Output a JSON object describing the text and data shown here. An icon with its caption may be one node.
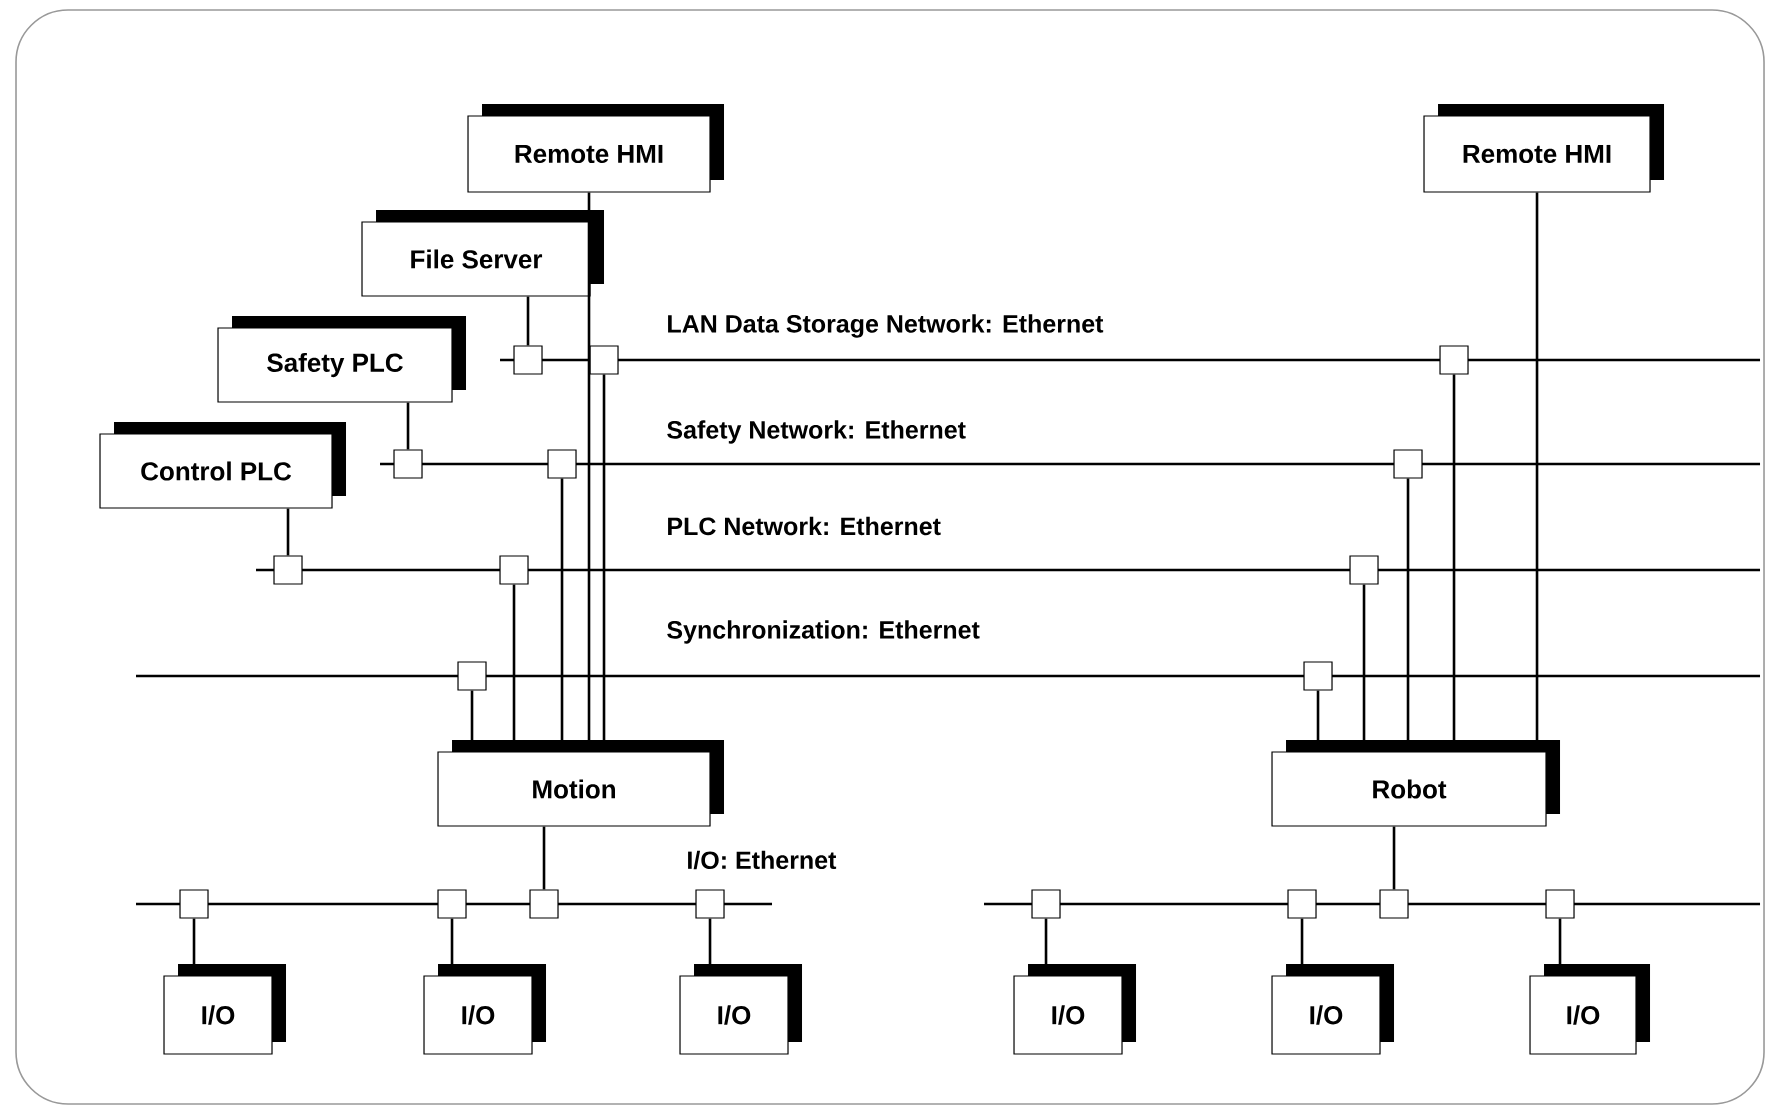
{
  "diagram": {
    "nodes": [
      {
        "text": [
          "Remote HMI"
        ]
      },
      {
        "text": [
          "Remote HMI"
        ]
      },
      {
        "text": [
          "File Server"
        ]
      },
      {
        "text": [
          "Safety PLC"
        ]
      },
      {
        "text": [
          "Control PLC"
        ]
      },
      {
        "text": [
          "Motion"
        ]
      },
      {
        "text": [
          "Robot"
        ]
      },
      {
        "text": [
          "I/O"
        ]
      },
      {
        "text": [
          "I/O"
        ]
      },
      {
        "text": [
          "I/O"
        ]
      },
      {
        "text": [
          "I/O"
        ]
      },
      {
        "text": [
          "I/O"
        ]
      },
      {
        "text": [
          "I/O"
        ]
      },
      {
        "text": [],
        "shape": "box"
      },
      {
        "text": [],
        "shape": "box"
      },
      {
        "text": [],
        "shape": "box"
      },
      {
        "text": [],
        "shape": "box"
      },
      {
        "text": [],
        "shape": "box"
      },
      {
        "text": [],
        "shape": "box"
      },
      {
        "text": [],
        "shape": "box"
      },
      {
        "text": [],
        "shape": "box"
      },
      {
        "text": [],
        "shape": "box"
      },
      {
        "text": [],
        "shape": "box"
      },
      {
        "text": [],
        "shape": "box"
      },
      {
        "text": [],
        "shape": "box"
      },
      {
        "text": [],
        "shape": "box"
      },
      {
        "text": [],
        "shape": "box"
      },
      {
        "text": [],
        "shape": "box"
      },
      {
        "text": [],
        "shape": "box"
      },
      {
        "text": [],
        "shape": "box"
      },
      {
        "text": [],
        "shape": "box"
      },
      {
        "text": [],
        "shape": "box"
      }
    ],
    "edges": [
      {
        "from": 2,
        "to": 13,
        "arrow": "none"
      },
      {
        "from": 14,
        "to": 5,
        "arrow": "none"
      },
      {
        "from": 15,
        "to": 6,
        "arrow": "none"
      },
      {
        "from": 3,
        "to": 16,
        "arrow": "none"
      },
      {
        "from": 17,
        "to": 5,
        "arrow": "none"
      },
      {
        "from": 18,
        "to": 6,
        "arrow": "none"
      },
      {
        "from": 4,
        "to": 19,
        "arrow": "none"
      },
      {
        "from": 20,
        "to": 5,
        "arrow": "none"
      },
      {
        "from": 21,
        "to": 6,
        "arrow": "none"
      },
      {
        "from": 22,
        "to": 5,
        "arrow": "none"
      },
      {
        "from": 23,
        "to": 6,
        "arrow": "none"
      },
      {
        "from": 0,
        "to": 5,
        "arrow": "none"
      },
      {
        "from": 1,
        "to": 6,
        "arrow": "none"
      },
      {
        "from": 5,
        "to": 26,
        "arrow": "none"
      },
      {
        "from": 6,
        "to": 30,
        "arrow": "none"
      },
      {
        "from": 24,
        "to": 7,
        "arrow": "none"
      },
      {
        "from": 25,
        "to": 8,
        "arrow": "none"
      },
      {
        "from": 27,
        "to": 9,
        "arrow": "none"
      },
      {
        "from": 28,
        "to": 10,
        "arrow": "none"
      },
      {
        "from": 29,
        "to": 11,
        "arrow": "none"
      },
      {
        "from": 31,
        "to": 12,
        "arrow": "none"
      }
    ],
    "labels": [
      "LAN Data Storage Network: Ethernet",
      "Safety Network: Ethernet",
      "PLC Network: Ethernet",
      "Synchronization: Ethernet",
      "I/O: Ethernet"
    ]
  }
}
